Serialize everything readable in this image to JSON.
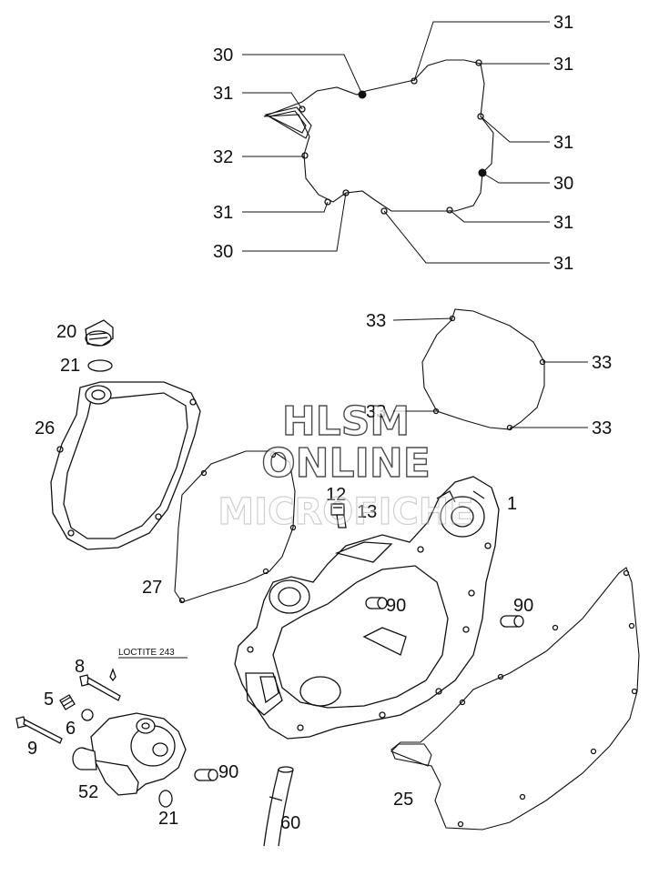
{
  "watermark": {
    "line1": "HLSM",
    "line2": "ONLINE",
    "line3": "MICROFICHE"
  },
  "note": "LOCTITE 243",
  "labels": {
    "gasket_top": {
      "l30a": "30",
      "l31a": "31",
      "l32": "32",
      "l31b": "31",
      "l30b": "30",
      "r31a": "31",
      "r31b": "31",
      "r31c": "31",
      "r30": "30",
      "r31d": "31",
      "r31e": "31"
    },
    "clutch_gasket": {
      "a": "33",
      "b": "33",
      "c": "33",
      "d": "33"
    },
    "p1": "1",
    "p12": "12",
    "p13": "13",
    "p20": "20",
    "p21a": "21",
    "p26": "26",
    "p27": "27",
    "p90a": "90",
    "p90b": "90",
    "p90c": "90",
    "p8": "8",
    "p5": "5",
    "p6": "6",
    "p9": "9",
    "p52": "52",
    "p21b": "21",
    "p60": "60",
    "p25": "25"
  }
}
